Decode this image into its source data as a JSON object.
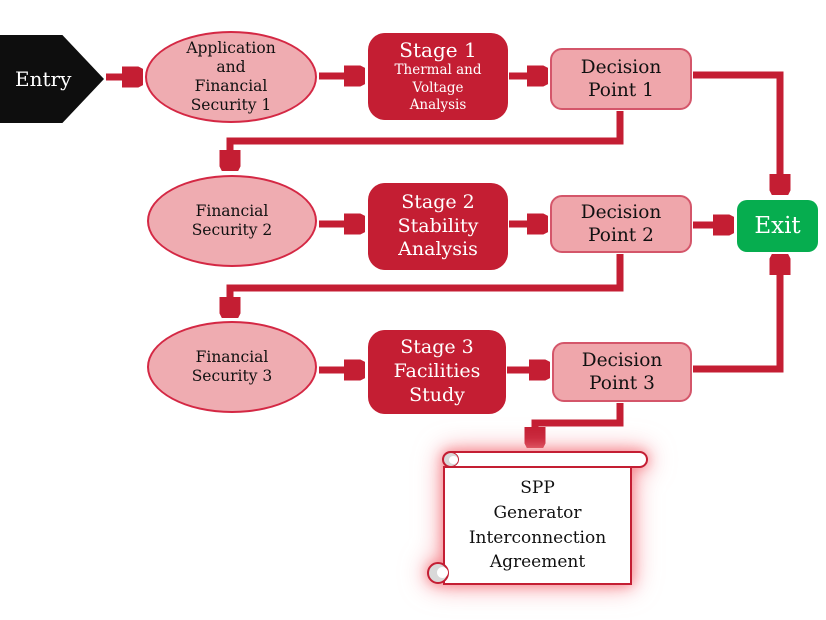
{
  "colors": {
    "arrow_red": "#C41E33",
    "stage_red": "#C41E33",
    "node_pink_fill": "#EFACB1",
    "ellipse_border": "#D42844",
    "decision_border": "#D4566A",
    "exit_green": "#06AD4F",
    "entry_black": "#0E0E0E",
    "scroll_glow_pink": "#F5868D",
    "scroll_fill": "#FFFFFF"
  },
  "nodes": {
    "entry": {
      "label": "Entry"
    },
    "security1": {
      "line1": "Application",
      "line2": "and",
      "line3": "Financial",
      "line4": "Security 1"
    },
    "stage1": {
      "title": "Stage 1",
      "sub1": "Thermal and",
      "sub2": "Voltage",
      "sub3": "Analysis"
    },
    "decision1": {
      "line1": "Decision",
      "line2": "Point 1"
    },
    "security2": {
      "line1": "Financial",
      "line2": "Security 2"
    },
    "stage2": {
      "line1": "Stage 2",
      "line2": "Stability",
      "line3": "Analysis"
    },
    "decision2": {
      "line1": "Decision",
      "line2": "Point 2"
    },
    "security3": {
      "line1": "Financial",
      "line2": "Security 3"
    },
    "stage3": {
      "line1": "Stage 3",
      "line2": "Facilities",
      "line3": "Study"
    },
    "decision3": {
      "line1": "Decision",
      "line2": "Point 3"
    },
    "exit": {
      "label": "Exit"
    },
    "agreement": {
      "line1": "SPP",
      "line2": "Generator",
      "line3": "Interconnection",
      "line4": "Agreement"
    }
  },
  "edges": [
    {
      "from": "entry",
      "to": "application-and-financial-security-1"
    },
    {
      "from": "application-and-financial-security-1",
      "to": "stage-1-thermal-and-voltage-analysis"
    },
    {
      "from": "stage-1-thermal-and-voltage-analysis",
      "to": "decision-point-1"
    },
    {
      "from": "decision-point-1",
      "to": "exit"
    },
    {
      "from": "decision-point-1",
      "to": "financial-security-2"
    },
    {
      "from": "financial-security-2",
      "to": "stage-2-stability-analysis"
    },
    {
      "from": "stage-2-stability-analysis",
      "to": "decision-point-2"
    },
    {
      "from": "decision-point-2",
      "to": "exit"
    },
    {
      "from": "decision-point-2",
      "to": "financial-security-3"
    },
    {
      "from": "financial-security-3",
      "to": "stage-3-facilities-study"
    },
    {
      "from": "stage-3-facilities-study",
      "to": "decision-point-3"
    },
    {
      "from": "decision-point-3",
      "to": "exit"
    },
    {
      "from": "decision-point-3",
      "to": "spp-generator-interconnection-agreement"
    }
  ]
}
